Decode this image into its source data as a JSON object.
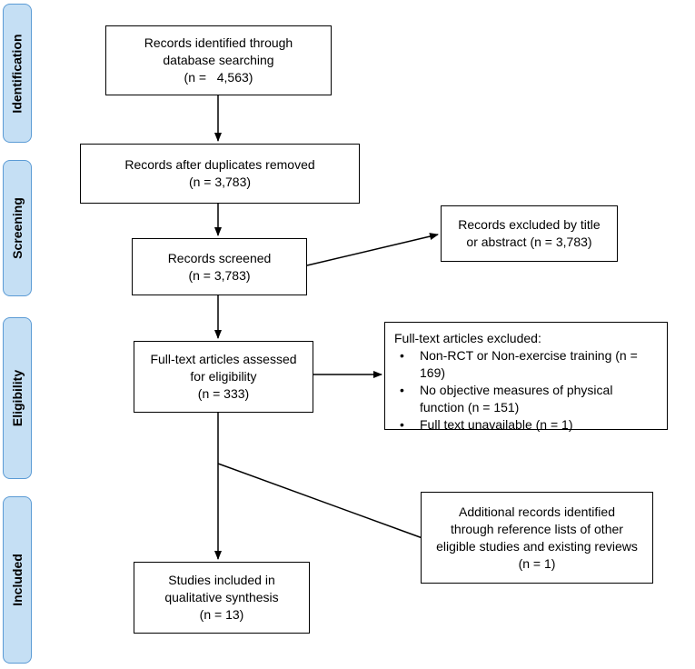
{
  "phases": [
    "Identification",
    "Screening",
    "Eligibility",
    "Included"
  ],
  "identified": [
    "Records identified through",
    "database searching",
    "(n =   4,563)"
  ],
  "after_duplicates": [
    "Records after duplicates removed",
    "(n = 3,783)"
  ],
  "screened": [
    "Records screened",
    "(n = 3,783)"
  ],
  "excluded_title": [
    "Records excluded by title",
    "or abstract (n = 3,783)"
  ],
  "fulltext_assessed": [
    "Full-text articles assessed",
    "for eligibility",
    "(n = 333)"
  ],
  "fulltext_excluded": {
    "heading": "Full-text articles excluded:",
    "items": [
      "Non-RCT or Non-exercise training (n = 169)",
      "No objective measures of physical function (n = 151)",
      "Full text unavailable (n = 1)"
    ]
  },
  "additional_records": [
    "Additional records identified",
    "through reference lists of other",
    "eligible studies and existing reviews",
    "(n = 1)"
  ],
  "included": [
    "Studies included in",
    "qualitative synthesis",
    "(n = 13)"
  ]
}
